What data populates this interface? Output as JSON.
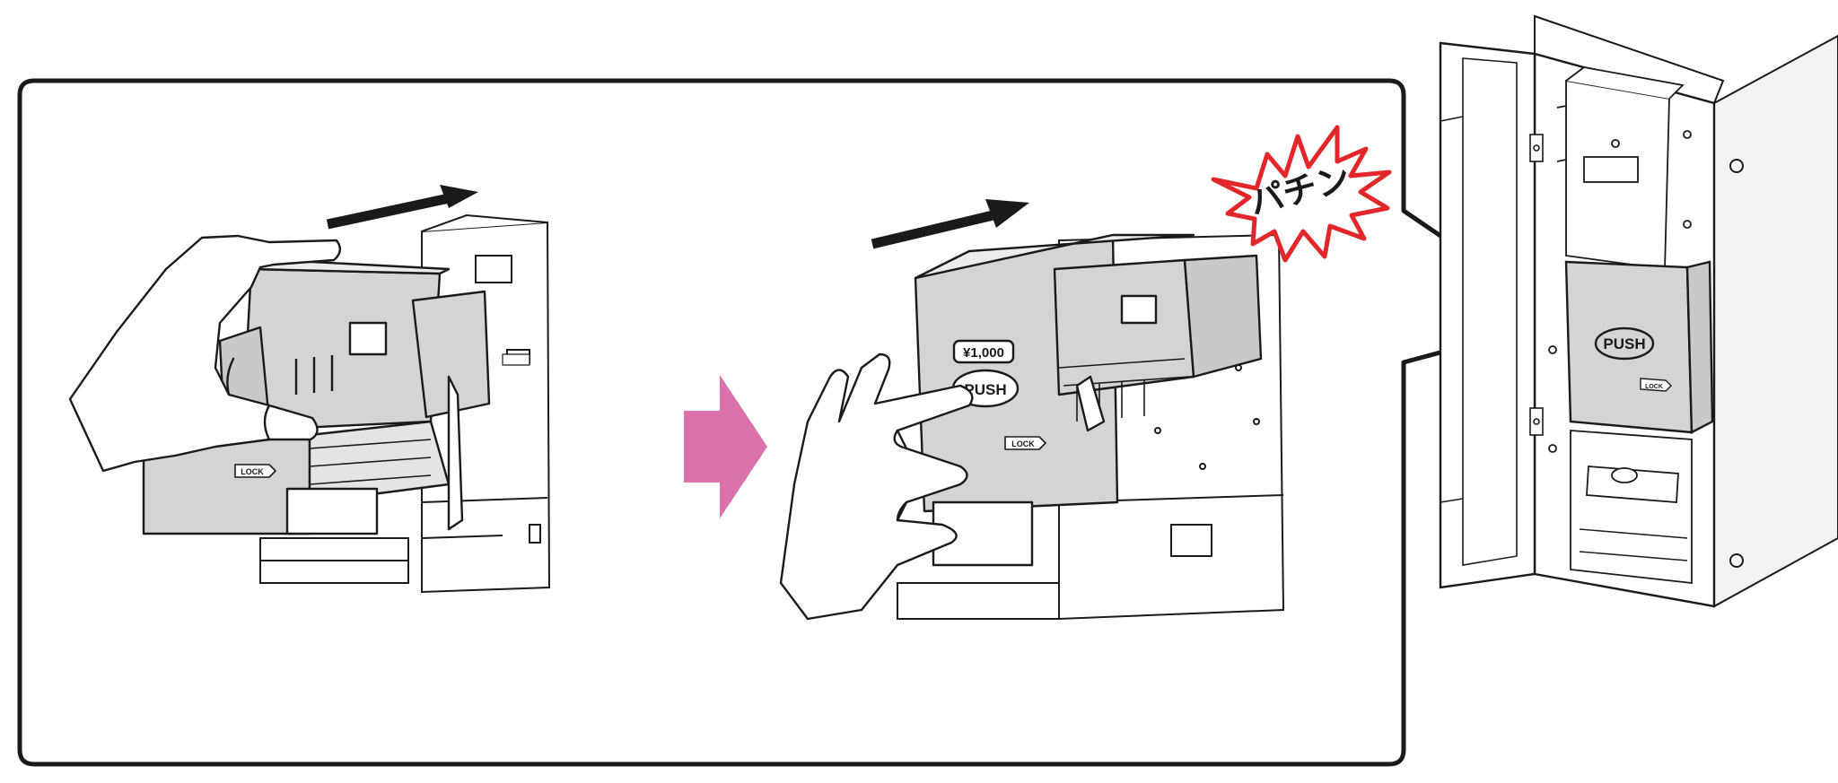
{
  "step1": {
    "lock_label": "LOCK",
    "small_label": "▭▭▭"
  },
  "step2": {
    "price_label": "¥1,000",
    "push_label": "PUSH",
    "lock_label": "LOCK",
    "sound_effect": "パチン"
  },
  "detail": {
    "push_label": "PUSH",
    "lock_label": "LOCK"
  },
  "colors": {
    "outline": "#1a1a1a",
    "fill_gray": "#d4d4d4",
    "fill_light": "#f2f2f2",
    "transition_arrow": "#db72ae",
    "burst_stroke": "#e2262a"
  }
}
